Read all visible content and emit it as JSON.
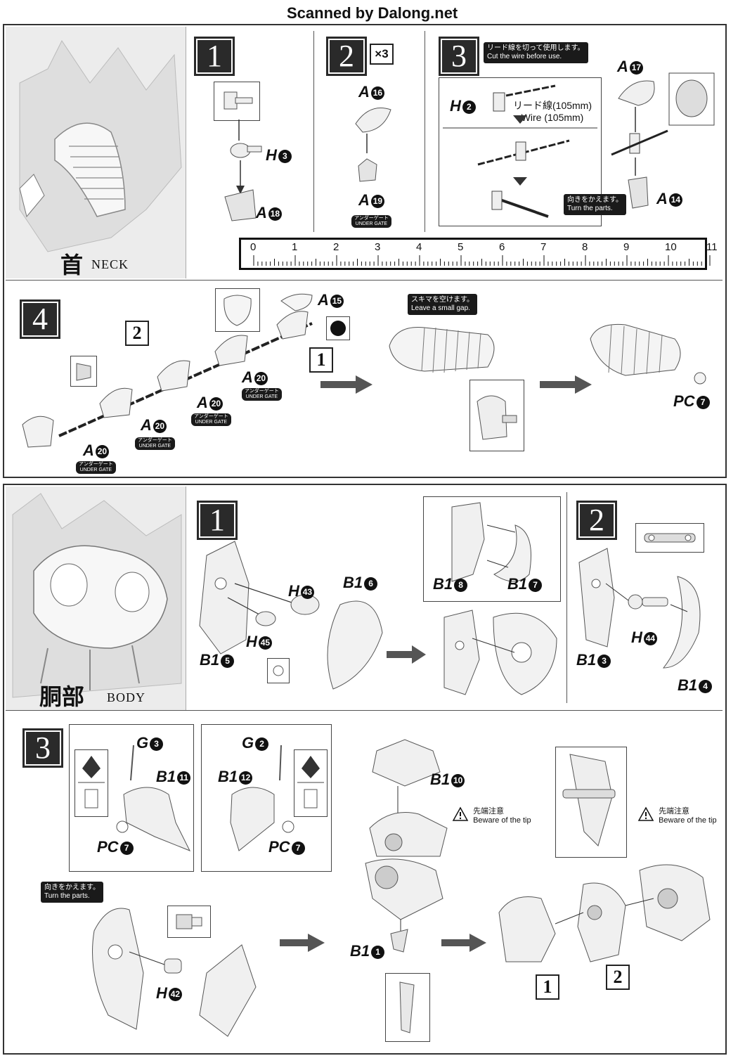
{
  "watermark": "Scanned by Dalong.net",
  "neck_section": {
    "title_jp": "首",
    "title_en": "NECK",
    "step1": {
      "number": "1",
      "parts": [
        {
          "id": "H",
          "num": "3"
        },
        {
          "id": "A",
          "num": "18"
        }
      ]
    },
    "step2": {
      "number": "2",
      "multiplier": "×3",
      "parts": [
        {
          "id": "A",
          "num": "16"
        },
        {
          "id": "A",
          "num": "19"
        }
      ],
      "under_gate_jp": "アンダーゲート",
      "under_gate_en": "UNDER GATE"
    },
    "step3": {
      "number": "3",
      "note_jp": "リード線を切って使用します。",
      "note_en": "Cut the wire before use.",
      "wire_part": {
        "id": "H",
        "num": "2"
      },
      "wire_label_jp": "リード線(105mm)",
      "wire_label_en": "Wire (105mm)",
      "parts": [
        {
          "id": "A",
          "num": "17"
        },
        {
          "id": "A",
          "num": "14"
        }
      ],
      "turn_jp": "向きをかえます。",
      "turn_en": "Turn the parts."
    },
    "ruler": {
      "ticks": [
        "0",
        "1",
        "2",
        "3",
        "4",
        "5",
        "6",
        "7",
        "8",
        "9",
        "10",
        "11"
      ]
    },
    "step4": {
      "number": "4",
      "sub_refs": [
        "2",
        "1"
      ],
      "parts": [
        {
          "id": "A",
          "num": "15"
        },
        {
          "id": "A",
          "num": "20"
        },
        {
          "id": "A",
          "num": "20"
        },
        {
          "id": "A",
          "num": "20"
        },
        {
          "id": "A",
          "num": "20"
        },
        {
          "id": "PC",
          "num": "7"
        }
      ],
      "under_gate_jp": "アンダーゲート",
      "under_gate_en": "UNDER GATE",
      "gap_note_jp": "スキマを空けます。",
      "gap_note_en": "Leave a small gap."
    }
  },
  "body_section": {
    "title_jp": "胴部",
    "title_en": "BODY",
    "step1": {
      "number": "1",
      "parts": [
        {
          "id": "H",
          "num": "43"
        },
        {
          "id": "B1",
          "num": "6"
        },
        {
          "id": "H",
          "num": "45"
        },
        {
          "id": "B1",
          "num": "5"
        },
        {
          "id": "B1",
          "num": "8"
        },
        {
          "id": "B1",
          "num": "7"
        }
      ]
    },
    "step2": {
      "number": "2",
      "parts": [
        {
          "id": "H",
          "num": "44"
        },
        {
          "id": "B1",
          "num": "3"
        },
        {
          "id": "B1",
          "num": "4"
        }
      ]
    },
    "step3": {
      "number": "3",
      "parts": [
        {
          "id": "G",
          "num": "3"
        },
        {
          "id": "B1",
          "num": "11"
        },
        {
          "id": "PC",
          "num": "7"
        },
        {
          "id": "G",
          "num": "2"
        },
        {
          "id": "B1",
          "num": "12"
        },
        {
          "id": "PC",
          "num": "7"
        },
        {
          "id": "H",
          "num": "42"
        },
        {
          "id": "B1",
          "num": "10"
        },
        {
          "id": "B1",
          "num": "1"
        }
      ],
      "turn_jp": "向きをかえます。",
      "turn_en": "Turn the parts.",
      "warning_jp": "先端注意",
      "warning_en": "Beware of the tip",
      "sub_refs": [
        "1",
        "2"
      ]
    }
  }
}
